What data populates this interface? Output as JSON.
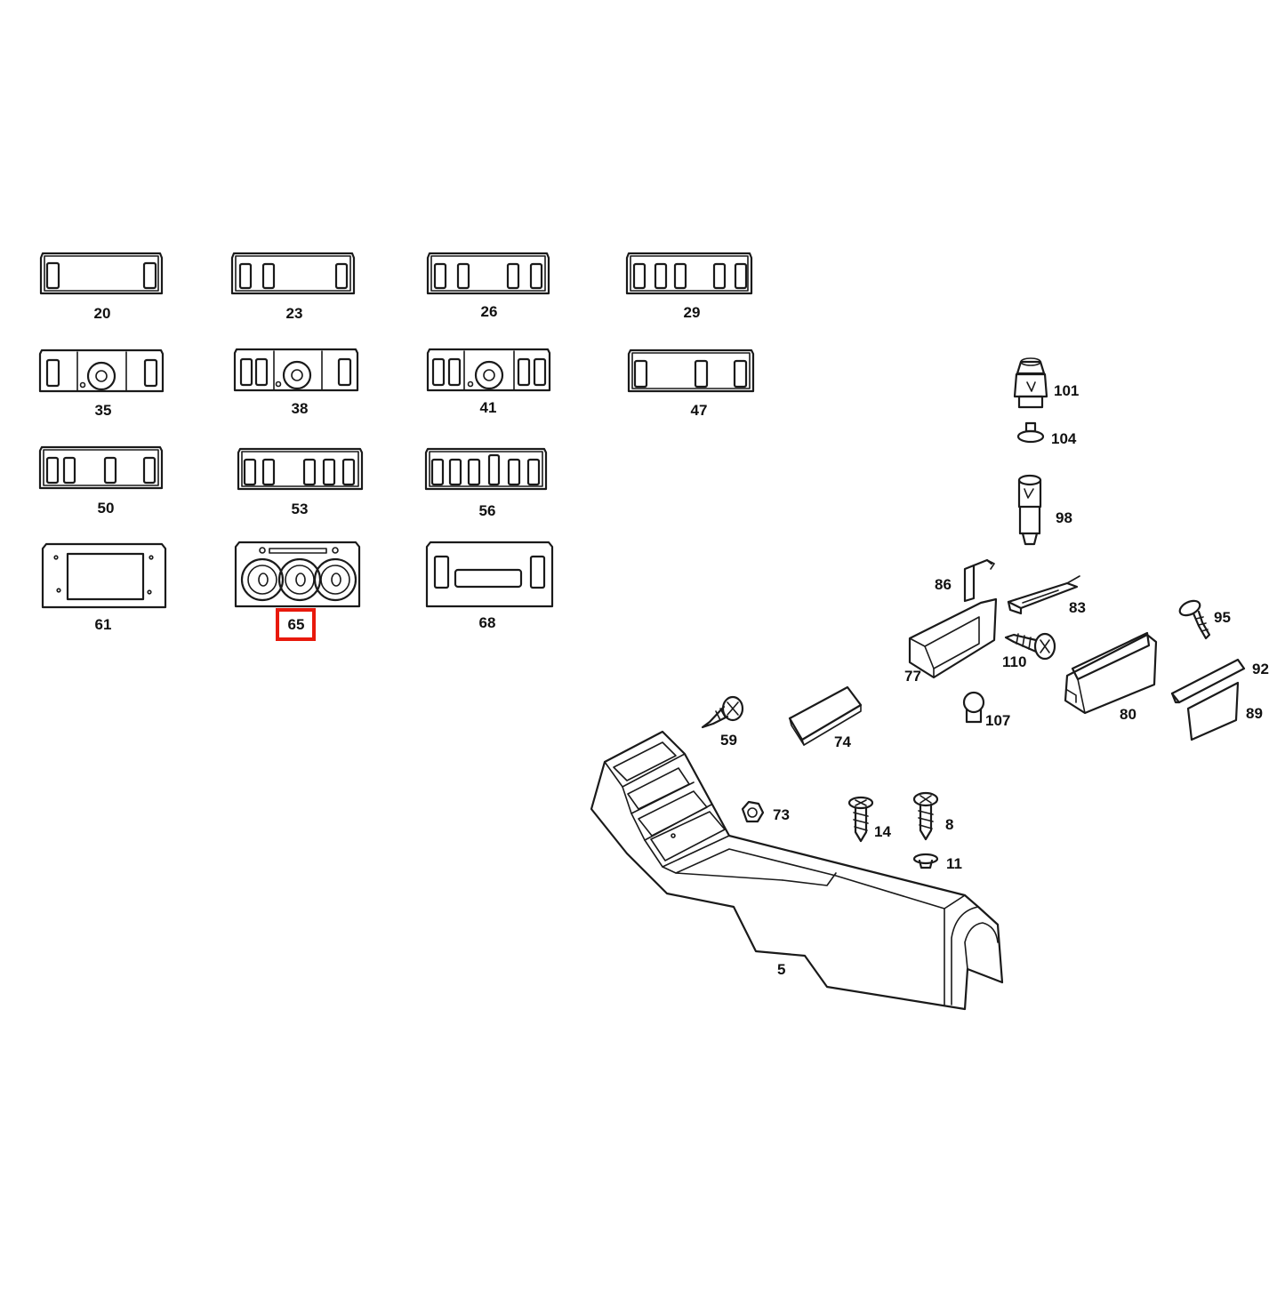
{
  "diagram": {
    "parts": [
      {
        "label": "20"
      },
      {
        "label": "23"
      },
      {
        "label": "26"
      },
      {
        "label": "29"
      },
      {
        "label": "35"
      },
      {
        "label": "38"
      },
      {
        "label": "41"
      },
      {
        "label": "47"
      },
      {
        "label": "50"
      },
      {
        "label": "53"
      },
      {
        "label": "56"
      },
      {
        "label": "61"
      },
      {
        "label": "65"
      },
      {
        "label": "68"
      },
      {
        "label": "101"
      },
      {
        "label": "104"
      },
      {
        "label": "98"
      },
      {
        "label": "86"
      },
      {
        "label": "83"
      },
      {
        "label": "95"
      },
      {
        "label": "77"
      },
      {
        "label": "110"
      },
      {
        "label": "92"
      },
      {
        "label": "80"
      },
      {
        "label": "89"
      },
      {
        "label": "107"
      },
      {
        "label": "59"
      },
      {
        "label": "74"
      },
      {
        "label": "73"
      },
      {
        "label": "14"
      },
      {
        "label": "8"
      },
      {
        "label": "11"
      },
      {
        "label": "5"
      }
    ],
    "highlighted_part": "65",
    "highlight_color": "#e8190c",
    "line_color": "#1a1a1a"
  }
}
